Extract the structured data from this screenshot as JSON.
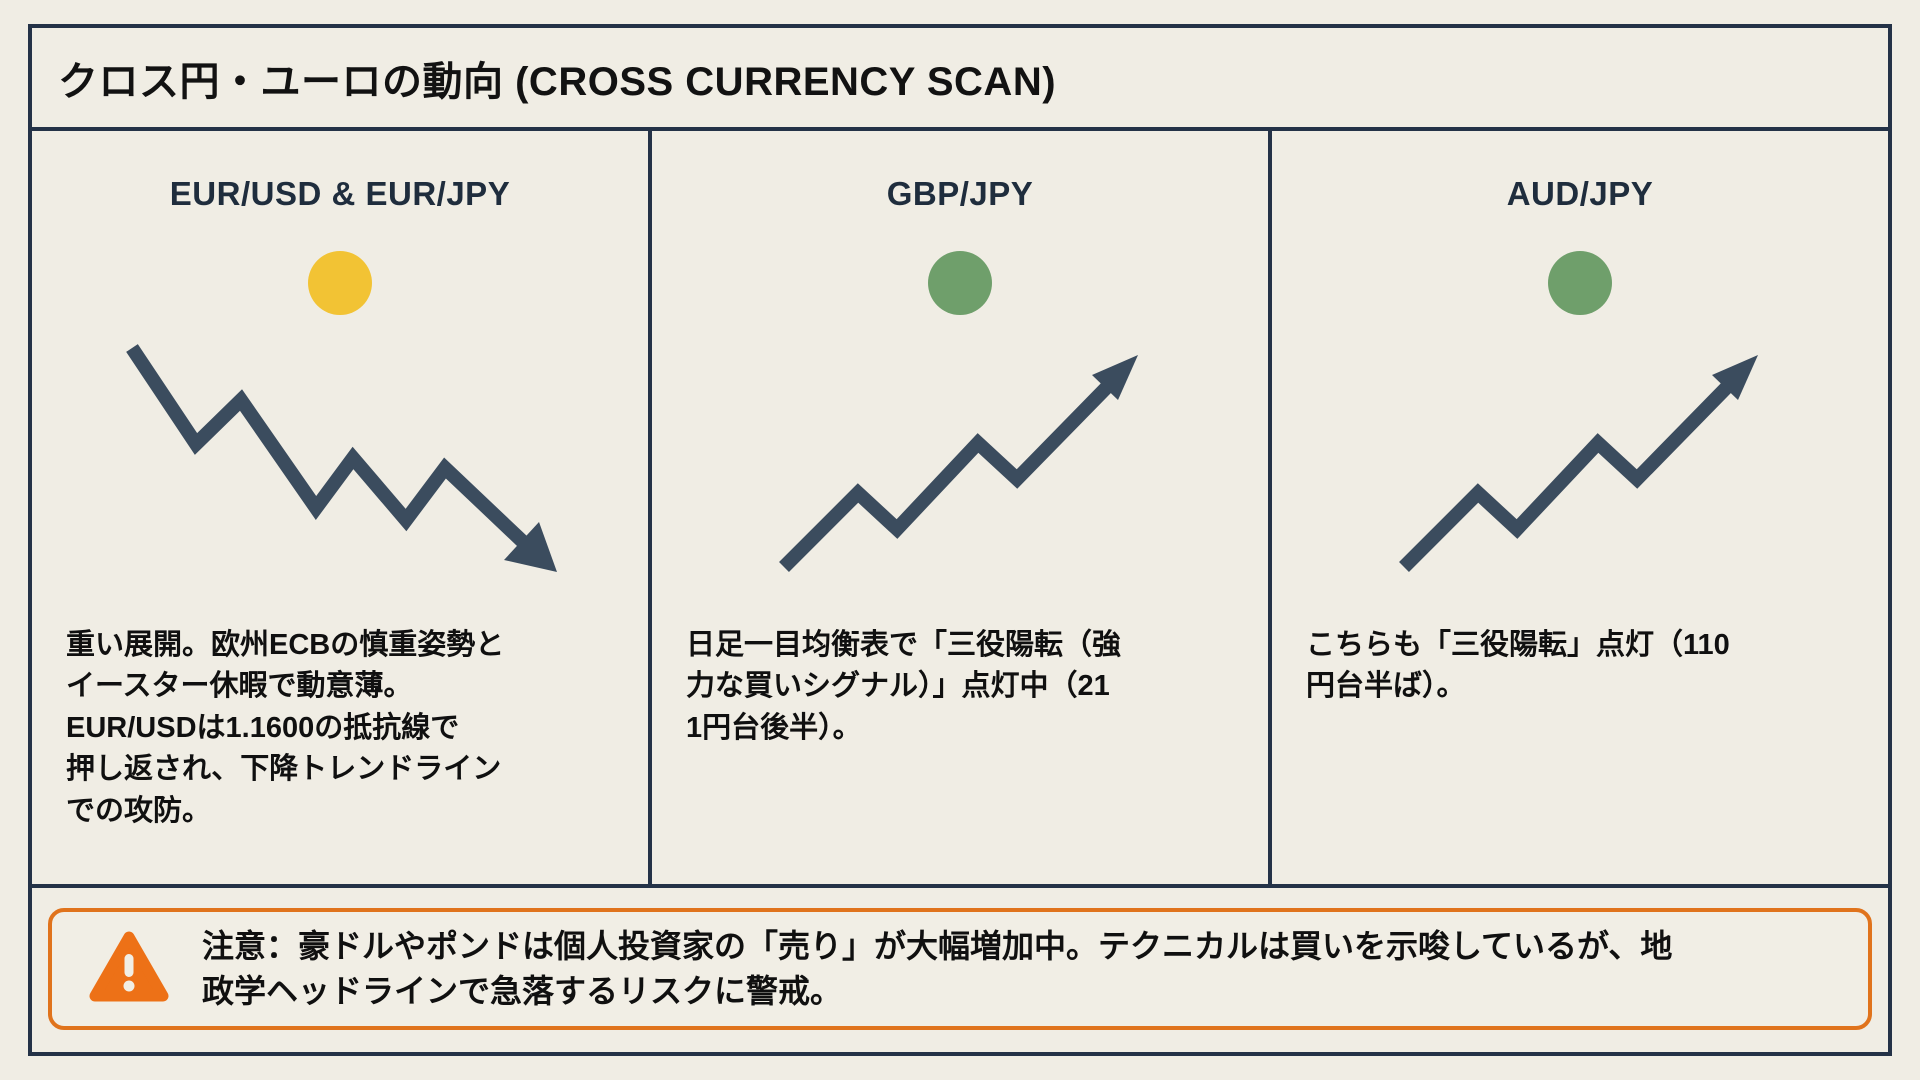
{
  "title": "クロス円・ユーロの動向 (CROSS CURRENCY SCAN)",
  "colors": {
    "background": "#F0EDE4",
    "frame_border": "#243247",
    "arrow": "#3B4C5E",
    "warning_border": "#E0731C",
    "warning_icon_fill": "#ED7117",
    "status_yellow": "#F2C334",
    "status_green": "#6F9F6B"
  },
  "columns": [
    {
      "header": "EUR/USD & EUR/JPY",
      "status_color": "#F2C334",
      "trend": "down",
      "trend_icon": "trend-down-zigzag-arrow-icon",
      "description": "重い展開。欧州ECBの慎重姿勢と\nイースター休暇で動意薄。\nEUR/USDは1.1600の抵抗線で\n押し返され、下降トレンドライン\nでの攻防。"
    },
    {
      "header": "GBP/JPY",
      "status_color": "#6F9F6B",
      "trend": "up",
      "trend_icon": "trend-up-zigzag-arrow-icon",
      "description": "日足一目均衡表で「三役陽転（強\n力な買いシグナル）」点灯中（21\n1円台後半）。"
    },
    {
      "header": "AUD/JPY",
      "status_color": "#6F9F6B",
      "trend": "up",
      "trend_icon": "trend-up-zigzag-arrow-icon",
      "description": "こちらも「三役陽転」点灯（110\n円台半ば）。"
    }
  ],
  "warning": {
    "icon": "warning-triangle-icon",
    "text": "注意：豪ドルやポンドは個人投資家の「売り」が大幅増加中。テクニカルは買いを示唆しているが、地\n政学ヘッドラインで急落するリスクに警戒。"
  }
}
